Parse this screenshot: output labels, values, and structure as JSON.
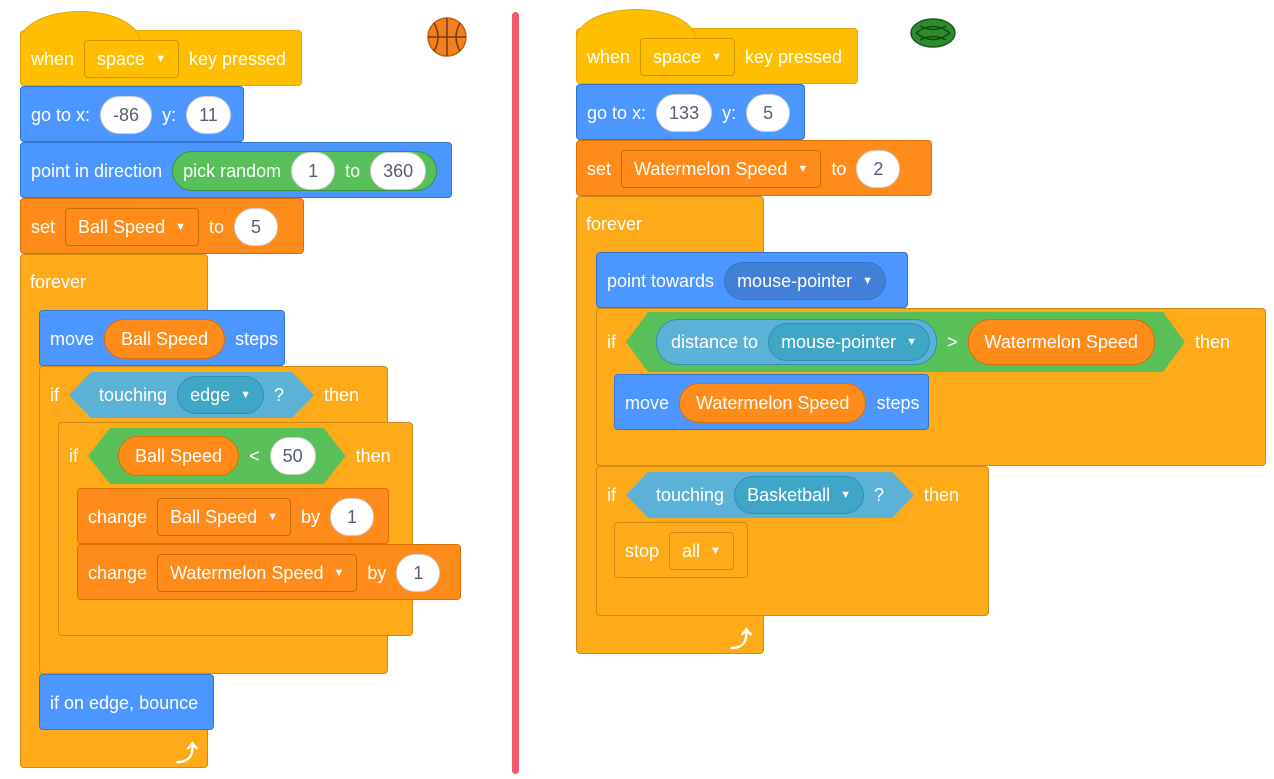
{
  "left_script": {
    "sprite_icon": "basketball-icon",
    "hat": {
      "when": "when",
      "key": "space",
      "rest": "key pressed"
    },
    "goto": {
      "label": "go to x:",
      "x": "-86",
      "ylabel": "y:",
      "y": "11"
    },
    "point_dir": {
      "label": "point in direction",
      "random": "pick random",
      "from": "1",
      "to_label": "to",
      "to": "360"
    },
    "set": {
      "label": "set",
      "var": "Ball Speed",
      "to_label": "to",
      "value": "5"
    },
    "forever": "forever",
    "move": {
      "label": "move",
      "var": "Ball Speed",
      "steps": "steps"
    },
    "if_touch": {
      "if": "if",
      "touching": "touching",
      "target": "edge",
      "q": "?",
      "then": "then"
    },
    "if_lt": {
      "if": "if",
      "var": "Ball Speed",
      "op": "<",
      "value": "50",
      "then": "then"
    },
    "change1": {
      "label": "change",
      "var": "Ball Speed",
      "by": "by",
      "value": "1"
    },
    "change2": {
      "label": "change",
      "var": "Watermelon Speed",
      "by": "by",
      "value": "1"
    },
    "bounce": "if on edge, bounce"
  },
  "right_script": {
    "sprite_icon": "watermelon-icon",
    "hat": {
      "when": "when",
      "key": "space",
      "rest": "key pressed"
    },
    "goto": {
      "label": "go to x:",
      "x": "133",
      "ylabel": "y:",
      "y": "5"
    },
    "set": {
      "label": "set",
      "var": "Watermelon Speed",
      "to_label": "to",
      "value": "2"
    },
    "forever": "forever",
    "point_towards": {
      "label": "point towards",
      "target": "mouse-pointer"
    },
    "if_dist": {
      "if": "if",
      "distance": "distance to",
      "target": "mouse-pointer",
      "op": ">",
      "var": "Watermelon Speed",
      "then": "then"
    },
    "move": {
      "label": "move",
      "var": "Watermelon Speed",
      "steps": "steps"
    },
    "if_touch": {
      "if": "if",
      "touching": "touching",
      "target": "Basketball",
      "q": "?",
      "then": "then"
    },
    "stop": {
      "label": "stop",
      "option": "all"
    }
  },
  "colors": {
    "events": "#ffbf00",
    "control": "#ffab19",
    "motion": "#4c97ff",
    "variables": "#ff8c1a",
    "operators": "#59c059",
    "sensing": "#5cb1d6",
    "divider": "#ee5a67"
  }
}
